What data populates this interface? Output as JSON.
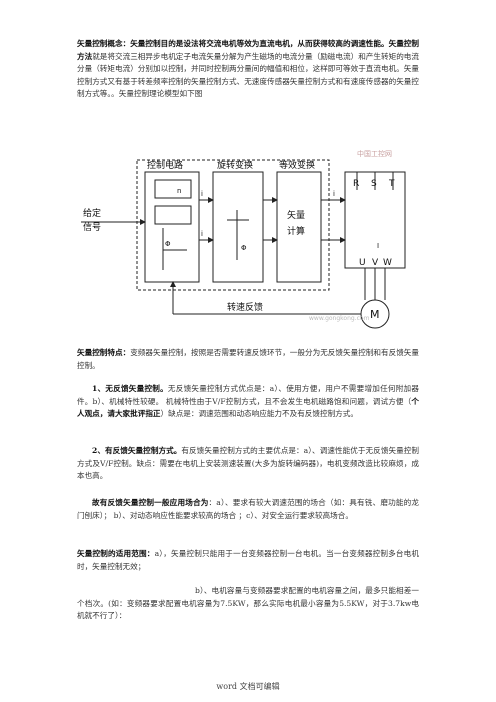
{
  "paragraphs": {
    "p1_label": "矢量控制概念：",
    "p1_bold": "矢量控制目的是设法将交流电机等效为直流电机，从而获得较高的调速性能。",
    "p1_label2": "矢量控制方法",
    "p1_rest": "就是将交流三相异步电机定子电流矢量分解为产生磁场的电流分量（励磁电流）和产生转矩的电流分量（转矩电流）分别加以控制，并同时控制两分量间的幅值和相位，这样即可等效于直流电机。矢量控制方式又有基于转差频率控制的矢量控制方式、无速度传感器矢量控制方式和有速度传感器的矢量控制方式等。。矢量控制理论模型如下图",
    "p2_label": "矢量控制特点：",
    "p2_rest": "变频器矢量控制，按照是否需要转速反馈环节，一般分为无反馈矢量控制和有反馈矢量控制。",
    "p3_label": "1、无反馈矢量控制。",
    "p3_a": "无反馈矢量控制方式优点是：a）、使用方便，用户不需要增加任何附加器件。b）、机械特性较硬。 机械特性由于V/F控制方式，且不会发生电机磁路饱和问题，调试方便（",
    "p3_bold": "个人观点，请大家批评指正",
    "p3_b": "）缺点是：调速范围和动态响应能力不及有反馈控制方式。",
    "p4_label": "2、有反馈矢量控制方式。",
    "p4_rest": "有反馈矢量控制方式的主要优点是：a）、调速性能优于无反馈矢量控制方式及V/F控制。缺点：需要在电机上安装测速装置(大多为旋转编码器)，电机变频改造比较麻烦，成本也高。",
    "p5_label": "故有反馈矢量控制一般应用场合为",
    "p5_rest": "：a）、要求有较大调速范围的场合（如：具有铣、磨功能的龙门刨床）； b）、对动态响应性能要求较高的场合 ；c）、对安全运行要求较高场合。",
    "p6_label": "矢量控制的适用范围：",
    "p6_rest": "a），矢量控制只能用于一台变频器控制一台电机。当一台变频器控制多台电机时，矢量控制无效；",
    "p7": "b）、电机容量与变频器要求配置的电机容量之间，最多只能相差一个档次。(如：变频器要求配置电机容量为7.5KW，那么实际电机最小容量为5.5KW，对于3.7kw电机就不行了）："
  },
  "diagram": {
    "block_control": "控制电路",
    "block_rotate": "旋转变换",
    "block_equiv": "等效变换",
    "block_calc_1": "矢量",
    "block_calc_2": "计算",
    "input_label_1": "给定",
    "input_label_2": "信号",
    "feedback": "转速反馈",
    "motor": "M",
    "phase_r": "R",
    "phase_s": "S",
    "phase_t": "T",
    "phase_u": "U",
    "phase_v": "V",
    "phase_w": "W",
    "i_m": "i",
    "i_t": "i",
    "n0": "n",
    "phi_t": "Φ",
    "phi_m": "Φ",
    "i1": "I",
    "i2": "i",
    "watermark_logo": "中国工控网",
    "watermark_url": "www.gongkong.com"
  },
  "footer": "word 文档可编辑"
}
